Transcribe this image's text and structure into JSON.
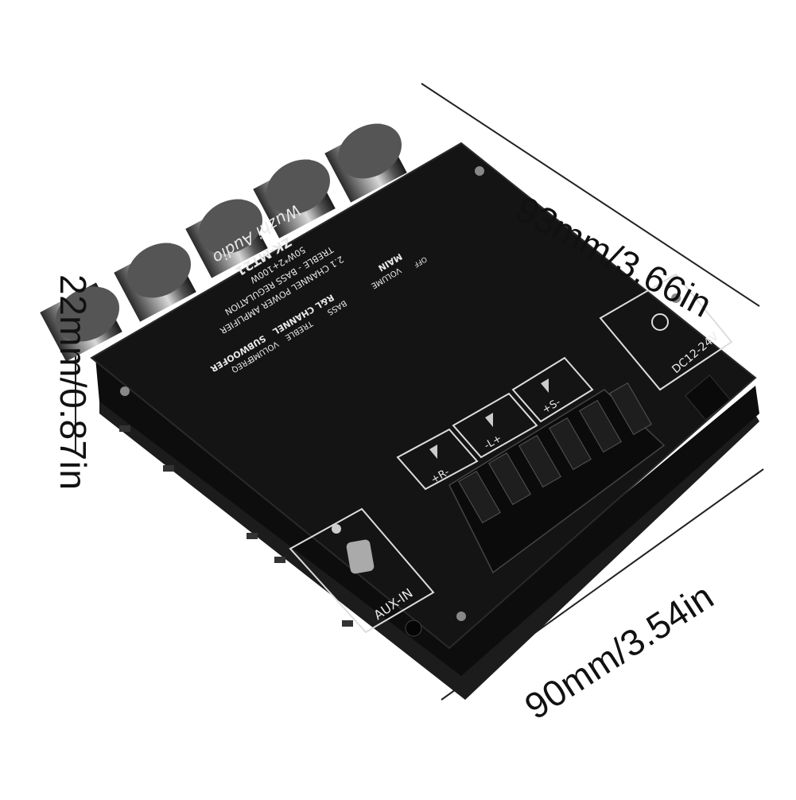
{
  "dimensions": {
    "top_width": "93mm/3.66in",
    "height": "22mm/0.87in",
    "bottom_width": "90mm/3.54in"
  },
  "board": {
    "model": "ZK-MT21",
    "brand": "Wuzhi Audio",
    "description": "2.1 CHANNEL POWER AMPLIFIER",
    "regulation": "TREBLE - BASS REGULATION",
    "power": "50W*2+100W",
    "subwoofer_tag": "SUBWOOFER",
    "rl_tag": "R&L CHANNEL",
    "main_tag": "MAIN",
    "knob_labels": [
      "FREQ",
      "VOLUME",
      "TREBLE",
      "BASS",
      "VOLUME"
    ],
    "power_input": "DC12-24V",
    "aux_input": "AUX-IN",
    "off_label": "OFF",
    "outputs": [
      "+R-",
      "-L+",
      "+S-"
    ]
  },
  "colors": {
    "pcb": "#141414",
    "pcb_edge": "#2a2a2a",
    "silkscreen": "#e8e8e8",
    "knob": "#6a6a6a"
  }
}
